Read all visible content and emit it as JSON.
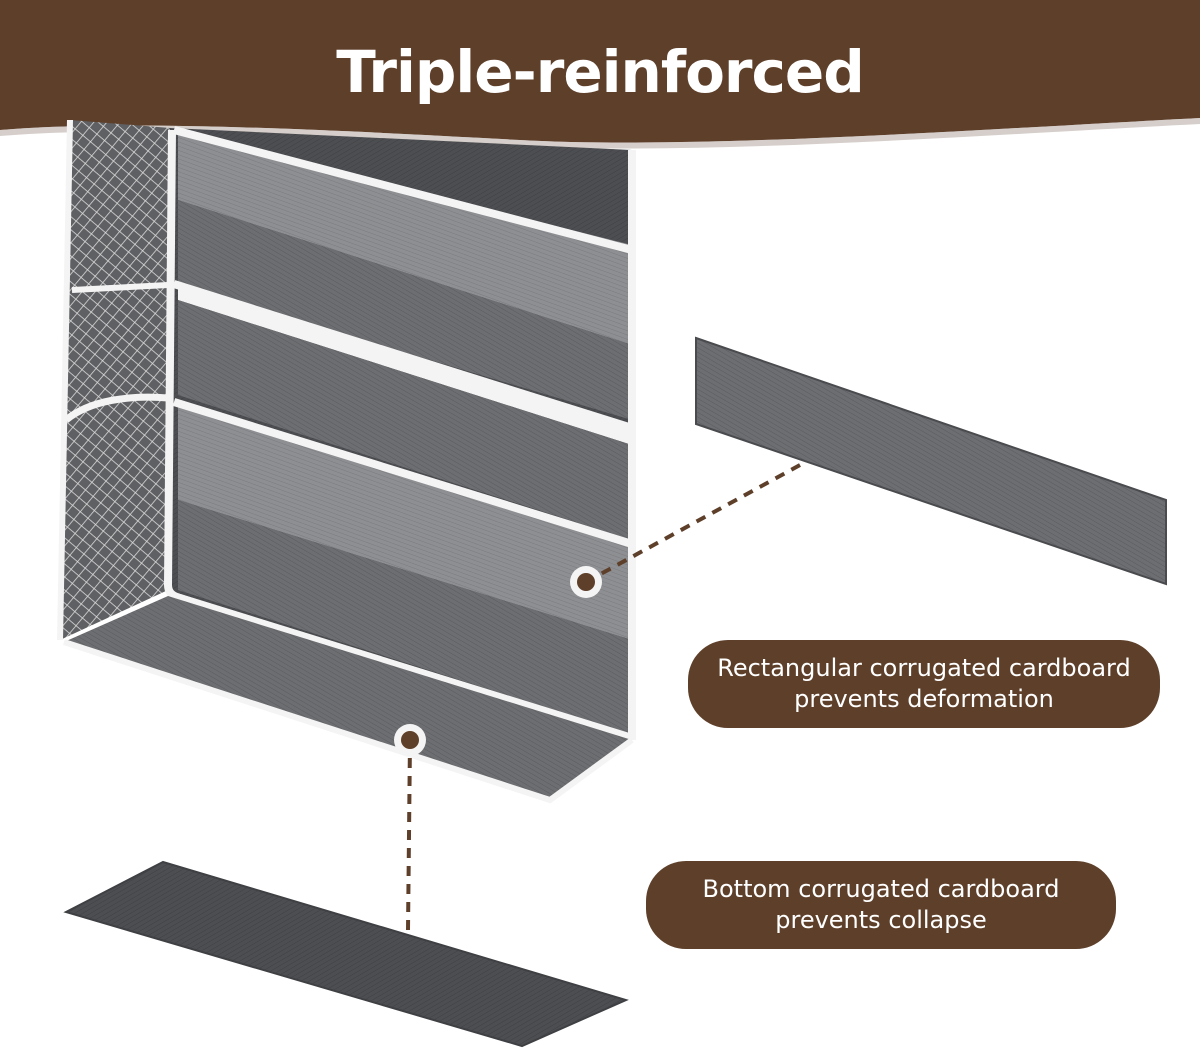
{
  "title": "Triple-reinforced",
  "callouts": [
    {
      "line1": "Rectangular corrugated cardboard",
      "line2": "prevents deformation"
    },
    {
      "line1": "Bottom corrugated cardboard",
      "line2": "prevents collapse"
    }
  ],
  "colors": {
    "brand_brown": "#5e3f2a",
    "fabric_dark": "#4f5053",
    "fabric_mid": "#6b6c6f",
    "fabric_light": "#8d8e91",
    "trim": "#f4f4f4"
  }
}
